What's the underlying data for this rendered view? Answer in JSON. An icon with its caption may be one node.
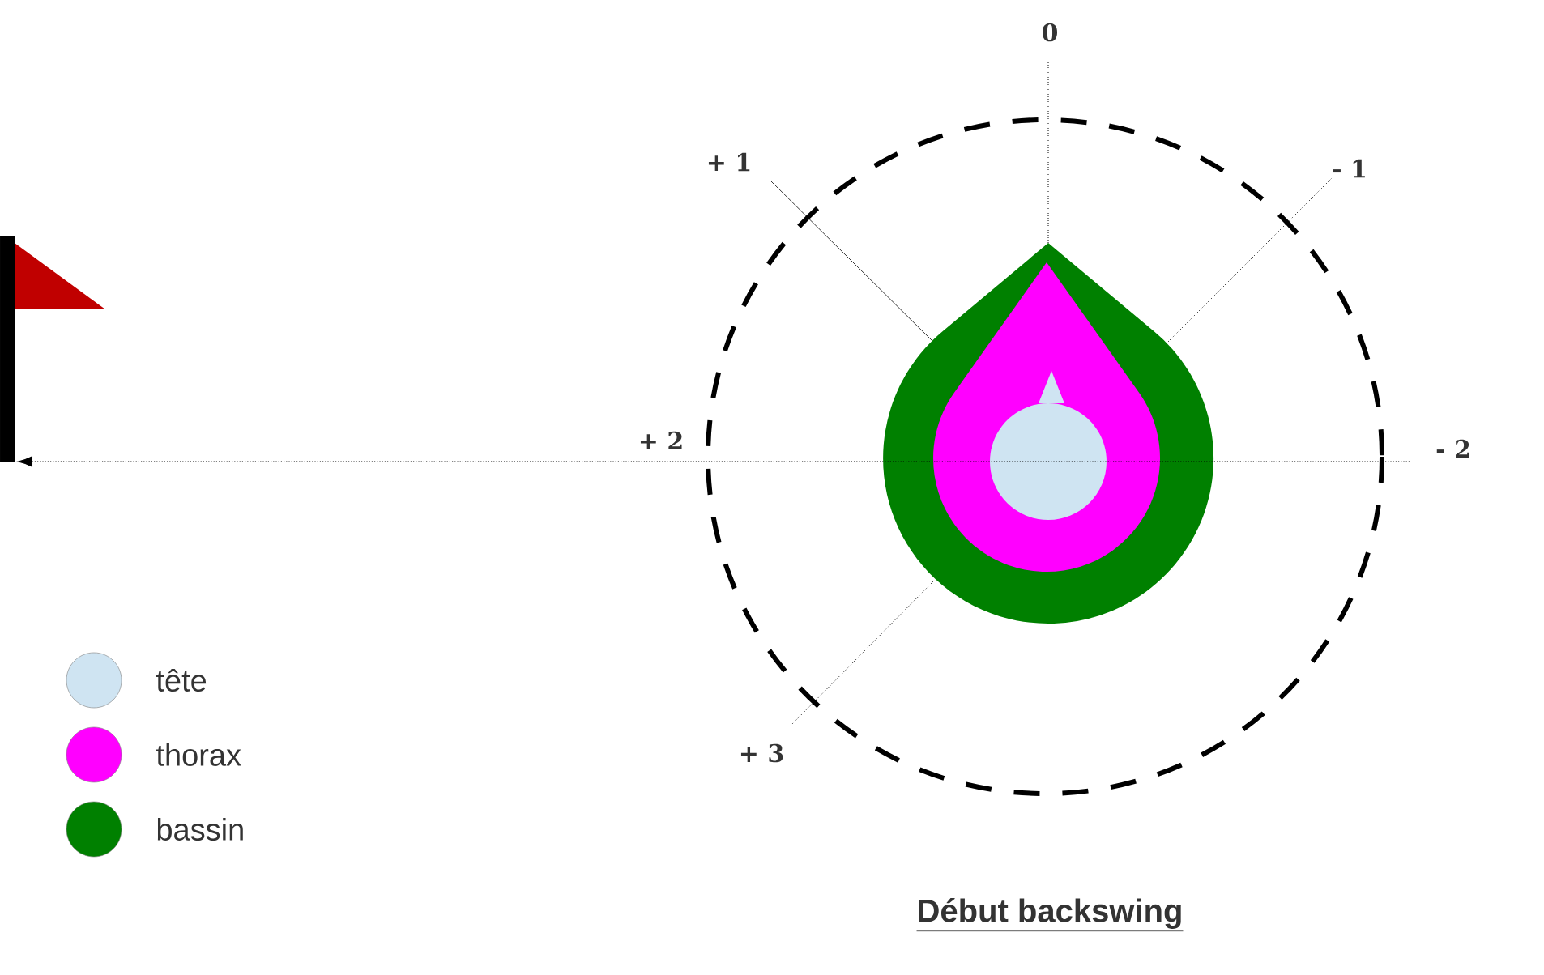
{
  "diagram": {
    "caption": "Début backswing",
    "labels": [
      "0",
      "+ 1",
      "- 1",
      "+ 2",
      "- 2",
      "+ 3"
    ],
    "legend": [
      {
        "text": "tête",
        "color": "#cfe4f2"
      },
      {
        "text": "thorax",
        "color": "#ff00ff"
      },
      {
        "text": "bassin",
        "color": "#008000"
      }
    ]
  }
}
